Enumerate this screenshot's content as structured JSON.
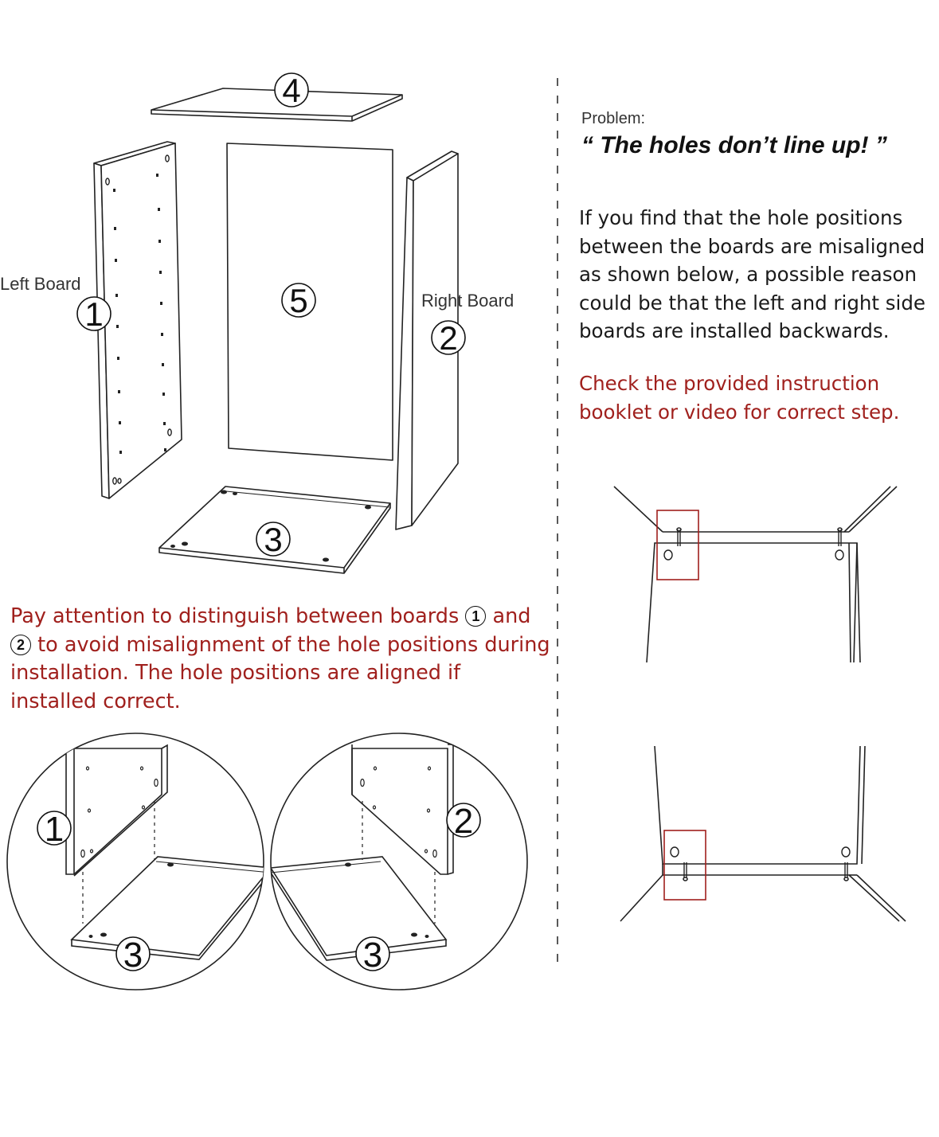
{
  "labels": {
    "left_board": "Left Board",
    "right_board": "Right Board"
  },
  "parts": {
    "p1": "1",
    "p2": "2",
    "p3": "3",
    "p4": "4",
    "p5": "5"
  },
  "problem": {
    "label": "Problem:",
    "quote": "“ The holes don’t line up! ”",
    "explanation": "If you find that the hole positions between the  boards are misaligned as shown below,  a possible reason could be that the left and right side boards are installed backwards.",
    "check": "Check the provided instruction booklet or video for correct step."
  },
  "attention": {
    "part_a": "Pay attention to distinguish between boards",
    "badge_1": "1",
    "part_b": "and",
    "badge_2": "2",
    "part_c": "to avoid misalignment of the hole positions during installation. The hole positions are aligned if installed correct."
  },
  "colors": {
    "accent_red": "#a0201d",
    "line": "#222222"
  }
}
